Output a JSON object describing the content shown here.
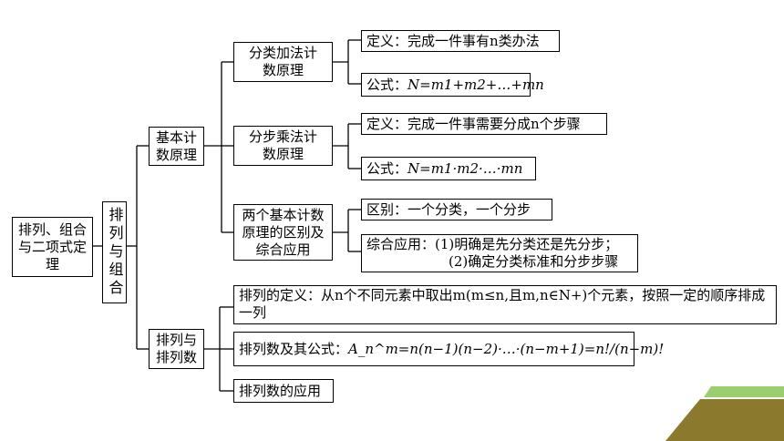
{
  "root": "排列、组合与二项式定理",
  "level1": "排列与组合",
  "level2": {
    "basic": "基本计数原理",
    "perm": "排列与排列数"
  },
  "basic_children": {
    "add": "分类加法计数原理",
    "mul": "分步乘法计数原理",
    "both": "两个基本计数原理的区别及综合应用"
  },
  "leaves": {
    "add_def": "定义：完成一件事有n类办法",
    "add_formula_prefix": "公式：",
    "add_formula": "N=m1+m2+…+mn",
    "mul_def": "定义：完成一件事需要分成n个步骤",
    "mul_formula_prefix": "公式：",
    "mul_formula": "N=m1·m2·…·mn",
    "diff": "区别：一个分类，一个分步",
    "apply_line1": "综合应用：(1)明确是先分类还是先分步；",
    "apply_line2": "(2)确定分类标准和分步步骤"
  },
  "perm_children": {
    "definition": "排列的定义：从n个不同元素中取出m(m≤n,且m,n∈N+)个元素，按照一定的顺序排成一列",
    "count_prefix": "排列数及其公式：",
    "count_formula": "A_n^m=n(n−1)(n−2)·…·(n−m+1)=n!/(n−m)!",
    "application": "排列数的应用"
  },
  "colors": {
    "accent_green": "#9BCF6E",
    "accent_olive": "#8B7A2E",
    "line": "#000000"
  }
}
